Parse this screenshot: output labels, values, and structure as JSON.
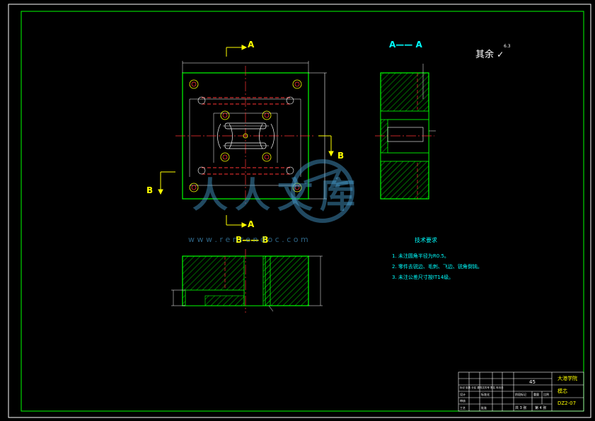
{
  "section_labels": {
    "cut_a": "A",
    "cut_b": "B",
    "view_aa": "A—— A",
    "view_bb": "B—— B"
  },
  "roughness": {
    "label": "其余",
    "value": "6.3"
  },
  "technical_requirements": {
    "title": "技术要求",
    "items": [
      "1. 未注圆角半径为R0.5。",
      "2. 零件去锐边、毛刺、飞边、锐角倒钝。",
      "3. 未注公差尺寸按IT14级。"
    ]
  },
  "title_block": {
    "material": "45",
    "company": "大港学院",
    "part_name": "模芯",
    "drawing_no": "DZ2-07",
    "sheet_total": "共 3 张",
    "sheet_no": "第 4 张",
    "scale_label": "比例",
    "weight_label": "重量",
    "stage_label": "阶段标记",
    "designer_label": "设计",
    "checker_label": "审核",
    "process_label": "工艺",
    "approve_label": "批准",
    "standard_label": "标准化",
    "marks_row": "标记 处数 分区 更改文件号 签名 年月日"
  },
  "watermark": {
    "text": "人人文库",
    "url": "w w w . r e n r e n d o c . c o m"
  },
  "colors": {
    "border": "#00ff00",
    "outline": "#00ff00",
    "center": "#ff3333",
    "dimension": "#ffffff",
    "annotation": "#ffff00",
    "cyan_text": "#00ffff"
  }
}
